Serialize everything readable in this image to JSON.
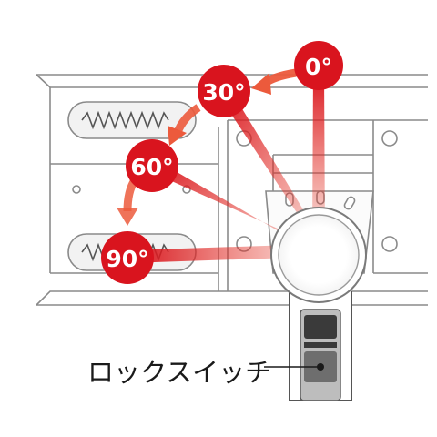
{
  "angles": [
    {
      "label": "0°"
    },
    {
      "label": "30°"
    },
    {
      "label": "60°"
    },
    {
      "label": "90°"
    }
  ],
  "lock_switch_label": "ロックスイッチ",
  "colors": {
    "badge": "#d9141e",
    "arrow": "#e8442f",
    "outline": "#8a8a8a",
    "slot": "#f2f2f2",
    "switch_body": "#bdbdbd",
    "switch_dark": "#3a3a3a"
  }
}
